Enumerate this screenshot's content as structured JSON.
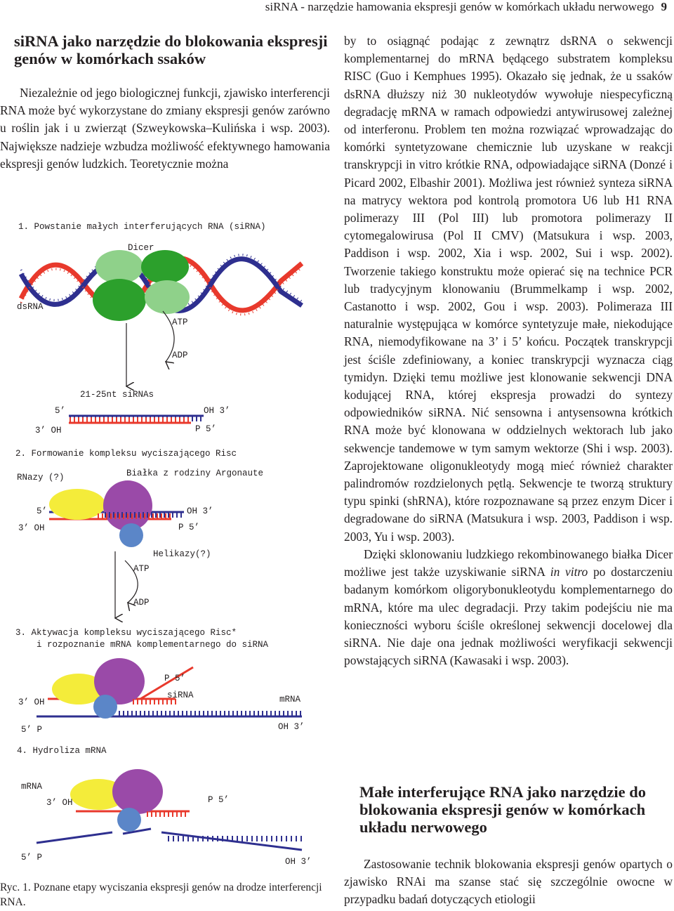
{
  "header": {
    "running_title": "siRNA - narzędzie hamowania ekspresji genów w komórkach układu nerwowego",
    "page_number": "9"
  },
  "left": {
    "heading": "siRNA jako narzędzie do blokowania ekspresji genów w komórkach ssaków",
    "paragraph": "Niezależnie od jego biologicznej funkcji, zjawisko interferencji RNA może być wykorzystane do zmiany ekspresji genów zarówno u roślin jak i u zwierząt (Szweykowska–Kulińska i wsp. 2003). Największe nadzieje wzbudza możliwość efektywnego hamowania ekspresji genów ludzkich. Teoretycznie można"
  },
  "figure": {
    "step1_title": "1. Powstanie małych interferujących RNA (siRNA)",
    "dicer": "Dicer",
    "dsrna": "dsRNA",
    "atp1": "ATP",
    "adp1": "ADP",
    "sirnas": "21-25nt siRNAs",
    "s1_5p": "5’",
    "s1_oh3": "OH 3’",
    "s1_3oh": "3’ OH",
    "s1_p5": "P 5’",
    "step2_title": "2. Formowanie kompleksu wyciszającego Risc",
    "rnazy": "RNazy (?)",
    "argonaute": "Białka z rodziny Argonaute",
    "s2_5p": "5’",
    "s2_oh3": "OH 3’",
    "s2_3oh": "3’ OH",
    "s2_p5": "P 5’",
    "helikazy": "Helikazy(?)",
    "atp2": "ATP",
    "adp2": "ADP",
    "step3_title_line1": "3. Aktywacja kompleksu wyciszającego Risc*",
    "step3_title_line2": "i rozpoznanie mRNA komplementarnego do siRNA",
    "s3_p5": "P 5’",
    "s3_sirna": "siRNA",
    "s3_mrna": "mRNA",
    "s3_3oh": "3’ OH",
    "s3_5p": "5’ P",
    "s3_oh3": "OH 3’",
    "step4_title": "4. Hydroliza mRNA",
    "s4_mrna": "mRNA",
    "s4_3oh": "3’ OH",
    "s4_p5": "P 5’",
    "s4_5p": "5’ P",
    "s4_oh3": "OH 3’",
    "caption": "Ryc. 1. Poznane etapy wyciszania ekspresji genów na drodze interferencji RNA.",
    "colors": {
      "dicer_green": "#2ca02c",
      "dicer_light": "#8fd18a",
      "strand_red": "#e8392c",
      "strand_blue": "#2e2f8f",
      "argonaute_purple": "#9a4aa8",
      "yellow": "#f4ec3a",
      "blue_ball": "#5b86c8",
      "helix_blue": "#4a73b8"
    }
  },
  "right": {
    "paragraph1": "by to osiągnąć podając z zewnątrz dsRNA o sekwencji komplementarnej do mRNA będącego substratem kompleksu RISC (Guo i Kemphues 1995). Okazało się jednak, że u ssaków dsRNA dłuższy niż 30 nukleotydów wywołuje niespecyficzną degradację mRNA w ramach odpowiedzi antywirusowej zależnej od interferonu. Problem ten można rozwiązać wprowadzając do komórki syntetyzowane chemicznie lub uzyskane w reakcji transkrypcji in vitro krótkie RNA, odpowiadające siRNA (Donzé i Picard 2002, Elbashir 2001). Możliwa jest również synteza siRNA na matrycy wektora pod kontrolą promotora U6 lub H1 RNA polimerazy III (Pol III) lub promotora polimerazy II cytomegalowirusa (Pol II CMV) (Matsukura i wsp. 2003, Paddison i wsp. 2002, Xia i wsp. 2002, Sui i wsp. 2002). Tworzenie takiego konstruktu może opierać się na technice PCR lub tradycyjnym klonowaniu (Brummelkamp i wsp. 2002, Castanotto i wsp. 2002, Gou i wsp. 2003). Polimeraza III naturalnie występująca w komórce syntetyzuje małe, niekodujące RNA, niemodyfikowane na 3’ i 5’ końcu. Początek transkrypcji jest ściśle zdefiniowany, a koniec transkrypcji wyznacza ciąg tymidyn. Dzięki temu możliwe jest klonowanie sekwencji DNA kodującej RNA, której ekspresja prowadzi do syntezy odpowiedników siRNA. Nić sensowna i antysensowna krótkich RNA może być klonowana w oddzielnych wektorach lub jako sekwencje tandemowe w tym samym wektorze (Shi i wsp. 2003). Zaprojektowane oligonukleotydy mogą mieć również charakter palindromów rozdzielonych pętlą. Sekwencje te tworzą struktury typu spinki (shRNA), które rozpoznawane są przez enzym Dicer i degradowane do siRNA (Matsukura i wsp. 2003, Paddison i wsp. 2003, Yu i wsp. 2003).",
    "p2_part1": "Dzięki sklonowaniu ludzkiego rekombinowanego białka Dicer możliwe jest także uzyskiwanie siRNA ",
    "p2_italic": "in vitro",
    "p2_part2": " po dostarczeniu badanym komórkom oligorybonukleotydu komplementarnego do mRNA, które ma ulec degradacji. Przy takim podejściu nie ma konieczności wyboru ściśle określonej sekwencji docelowej dla siRNA. Nie daje ona jednak możliwości weryfikacji sekwencji powstających siRNA (Kawasaki i wsp. 2003).",
    "heading2": "Małe interferujące RNA jako narzędzie do blokowania ekspresji genów w komórkach układu nerwowego",
    "paragraph3": "Zastosowanie technik blokowania ekspresji genów opartych o zjawisko RNAi ma szanse stać się szczególnie owocne w przypadku badań dotyczących etiologii"
  }
}
